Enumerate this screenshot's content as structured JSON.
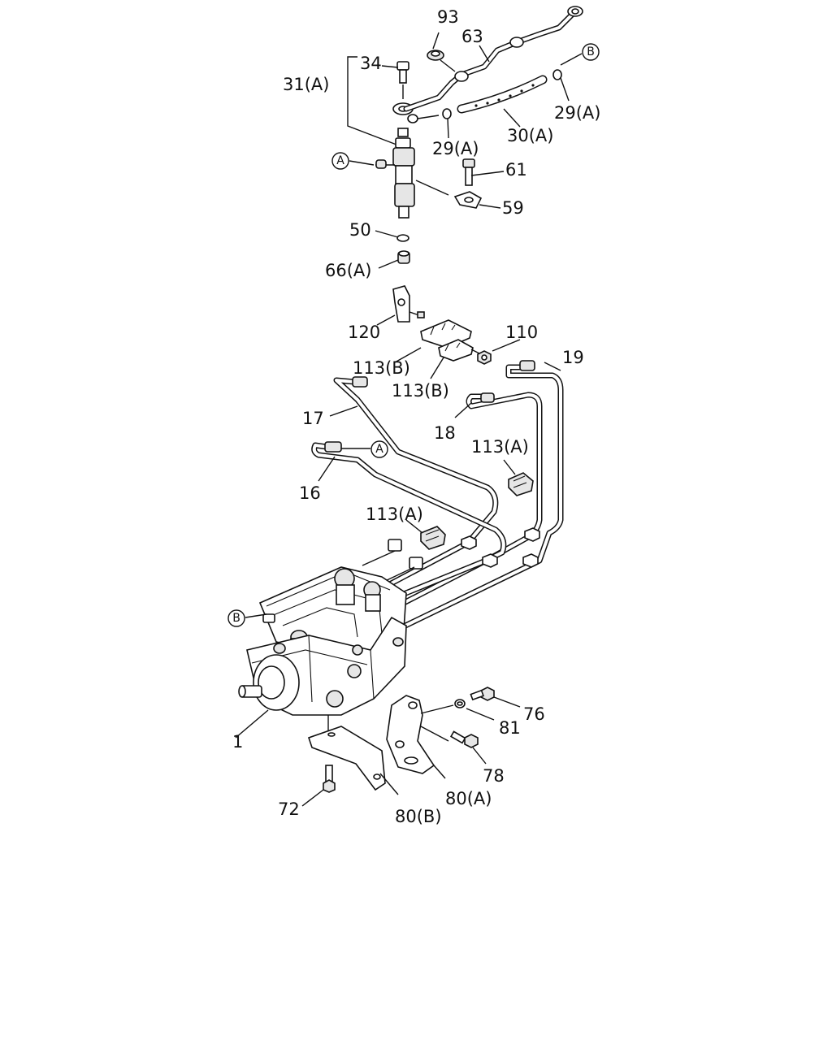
{
  "labels": {
    "l93": "93",
    "l63": "63",
    "l34": "34",
    "l31a": "31(A)",
    "l29a_r": "29(A)",
    "l30a": "30(A)",
    "l29a_m": "29(A)",
    "l61": "61",
    "l59": "59",
    "l50": "50",
    "l66a": "66(A)",
    "l120": "120",
    "l110": "110",
    "l113b_1": "113(B)",
    "l113b_2": "113(B)",
    "l19": "19",
    "l17": "17",
    "l18": "18",
    "l113a_1": "113(A)",
    "l16": "16",
    "l113a_2": "113(A)",
    "l76": "76",
    "l81": "81",
    "l1": "1",
    "l78": "78",
    "l80a": "80(A)",
    "l72": "72",
    "l80b": "80(B)"
  },
  "callouts": {
    "a_top": "A",
    "b_top": "B",
    "a_mid": "A",
    "b_low": "B"
  }
}
